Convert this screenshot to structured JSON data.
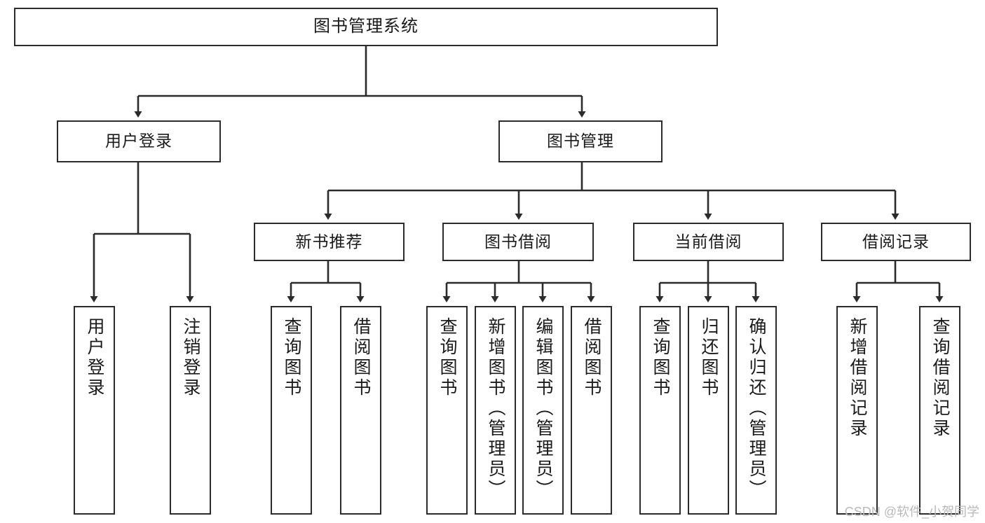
{
  "diagram": {
    "title": "图书管理系统",
    "type": "tree-hierarchy",
    "watermark": "CSDN @软件_小贺同学",
    "line_color": "#2b2b2b",
    "box_fill": "#ffffff",
    "text_color": "#1a1a1a",
    "levels": {
      "root": {
        "label": "图书管理系统"
      },
      "level2": [
        {
          "label": "用户登录"
        },
        {
          "label": "图书管理"
        }
      ],
      "level3": [
        {
          "label": "新书推荐"
        },
        {
          "label": "图书借阅"
        },
        {
          "label": "当前借阅"
        },
        {
          "label": "借阅记录"
        }
      ],
      "level4": {
        "user_login": [
          {
            "label": "用户登录"
          },
          {
            "label": "注销登录"
          }
        ],
        "new_book_recommend": [
          {
            "label": "查询图书"
          },
          {
            "label": "借阅图书"
          }
        ],
        "book_borrow": [
          {
            "label": "查询图书"
          },
          {
            "label": "新增图书（管理员）"
          },
          {
            "label": "编辑图书（管理员）"
          },
          {
            "label": "借阅图书"
          }
        ],
        "current_borrow": [
          {
            "label": "查询图书"
          },
          {
            "label": "归还图书"
          },
          {
            "label": "确认归还（管理员）"
          }
        ],
        "borrow_record": [
          {
            "label": "新增借阅记录"
          },
          {
            "label": "查询借阅记录"
          }
        ]
      }
    }
  }
}
